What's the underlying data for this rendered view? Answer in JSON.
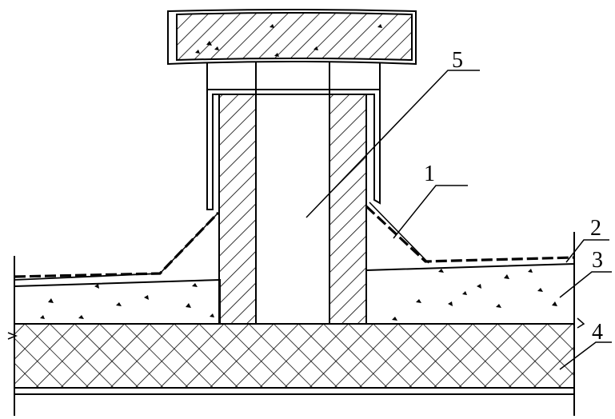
{
  "labels": {
    "l1": "1",
    "l2": "2",
    "l3": "3",
    "l4": "4",
    "l5": "5"
  },
  "colors": {
    "line": "#000000",
    "background": "#ffffff"
  }
}
